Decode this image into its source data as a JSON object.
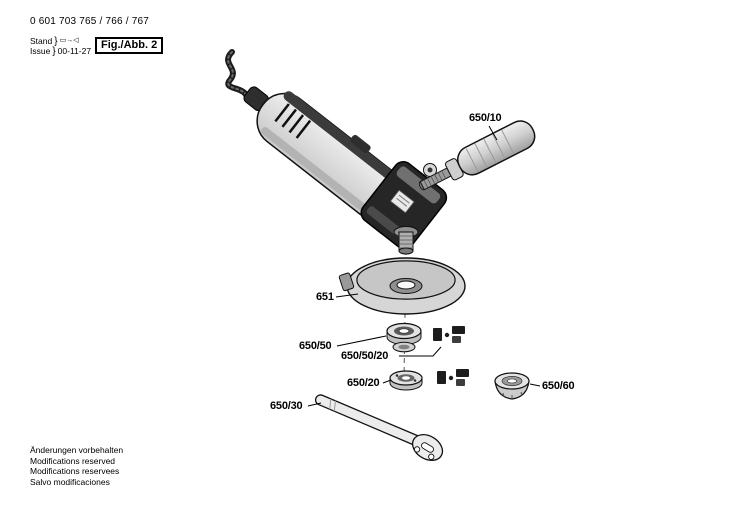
{
  "header": {
    "part_number": "0 601 703 765 / 766 / 767",
    "stand_label": "Stand",
    "issue_label": "Issue",
    "brace": "}",
    "stand_icons": "▭→◁",
    "issue_date": "00-11-27",
    "fig_label": "Fig./Abb. 2"
  },
  "parts": {
    "side_handle": "650/10",
    "wheel_guard": "651",
    "backing_flange": "650/50",
    "flange_set": "650/50/20",
    "clamping_nut": "650/20",
    "quick_nut": "650/60",
    "pin_wrench": "650/30"
  },
  "footer": {
    "line1": "Änderungen vorbehalten",
    "line2": "Modifications reserved",
    "line3": "Modifications reservees",
    "line4": "Salvo modificaciones"
  }
}
